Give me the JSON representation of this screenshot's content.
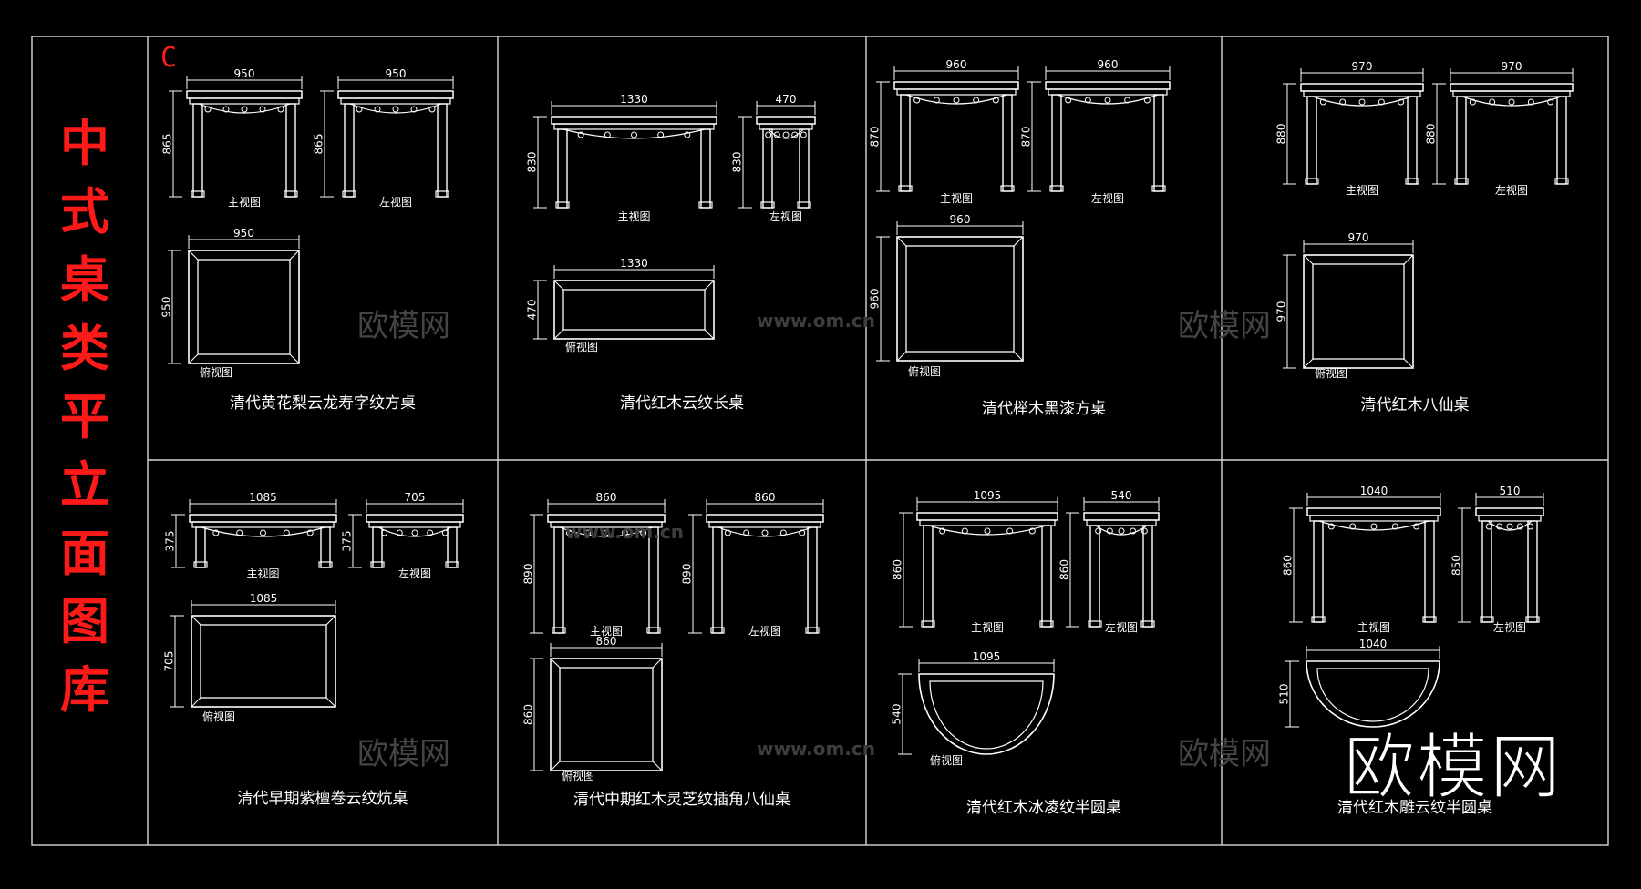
{
  "title_chars": [
    "中",
    "式",
    "桌",
    "类",
    "平",
    "立",
    "面",
    "图",
    "库"
  ],
  "corner_mark": "C",
  "logo": "欧模网",
  "watermark": {
    "brand": "欧模网",
    "url": "www.om.cn"
  },
  "colors": {
    "accent": "#ff1a1a",
    "line": "#ffffff",
    "frame": "#d8d8d8",
    "background": "#000000"
  },
  "panels": [
    {
      "name": "清代黄花梨云龙寿字纹方桌",
      "front": {
        "label": "主视图",
        "width": "950",
        "height": "865"
      },
      "side": {
        "label": "左视图",
        "width": "950",
        "height": "865"
      },
      "top": {
        "label": "俯视图",
        "width": "950",
        "depth": "950"
      }
    },
    {
      "name": "清代红木云纹长桌",
      "front": {
        "label": "主视图",
        "width": "1330",
        "height": "830"
      },
      "side": {
        "label": "左视图",
        "width": "470",
        "height": "830"
      },
      "top": {
        "label": "俯视图",
        "width": "1330",
        "depth": "470"
      }
    },
    {
      "name": "清代榉木黑漆方桌",
      "front": {
        "label": "主视图",
        "width": "960",
        "height": "870"
      },
      "side": {
        "label": "左视图",
        "width": "960",
        "height": "870"
      },
      "top": {
        "label": "俯视图",
        "width": "960",
        "depth": "960"
      }
    },
    {
      "name": "清代红木八仙桌",
      "front": {
        "label": "主视图",
        "width": "970",
        "height": "880"
      },
      "side": {
        "label": "左视图",
        "width": "970",
        "height": "880"
      },
      "top": {
        "label": "俯视图",
        "width": "970",
        "depth": "970"
      }
    },
    {
      "name": "清代早期紫檀卷云纹炕桌",
      "front": {
        "label": "主视图",
        "width": "1085",
        "height": "375"
      },
      "side": {
        "label": "左视图",
        "width": "705",
        "height": "375"
      },
      "top": {
        "label": "俯视图",
        "width": "1085",
        "depth": "705"
      }
    },
    {
      "name": "清代中期红木灵芝纹插角八仙桌",
      "front": {
        "label": "主视图",
        "width": "860",
        "height": "890"
      },
      "side": {
        "label": "左视图",
        "width": "860",
        "height": "890"
      },
      "top": {
        "label": "俯视图",
        "width": "860",
        "depth": "860"
      }
    },
    {
      "name": "清代红木冰凌纹半圆桌",
      "front": {
        "label": "主视图",
        "width": "1095",
        "height": "860"
      },
      "side": {
        "label": "左视图",
        "width": "540",
        "height": "860"
      },
      "top": {
        "label": "俯视图",
        "width": "1095",
        "depth": "540"
      }
    },
    {
      "name": "清代红木雕云纹半圆桌",
      "front": {
        "label": "主视图",
        "width": "1040",
        "height": "860"
      },
      "side": {
        "label": "左视图",
        "width": "510",
        "height": "850"
      },
      "top": {
        "label": "俯视图",
        "width": "1040",
        "depth": "510"
      }
    }
  ]
}
